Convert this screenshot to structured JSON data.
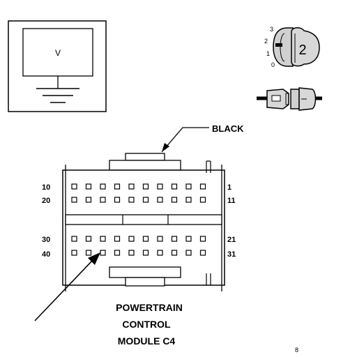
{
  "meter": {
    "symbol": "V"
  },
  "connector": {
    "wire_color_label": "BLACK",
    "title_lines": [
      "POWERTRAIN",
      "CONTROL",
      "MODULE C4"
    ],
    "pin_labels": {
      "row1_left": "10",
      "row1_right": "1",
      "row2_left": "20",
      "row2_right": "11",
      "row3_left": "30",
      "row3_right": "21",
      "row4_left": "40",
      "row4_right": "31"
    },
    "pins_per_row": 10,
    "probe_pin": 38
  },
  "ignition": {
    "position_labels": [
      "3",
      "2",
      "1",
      "0"
    ],
    "key_position": "2"
  },
  "footer": {
    "figure_number": "8"
  },
  "colors": {
    "ink": "#000000",
    "background": "#ffffff"
  }
}
